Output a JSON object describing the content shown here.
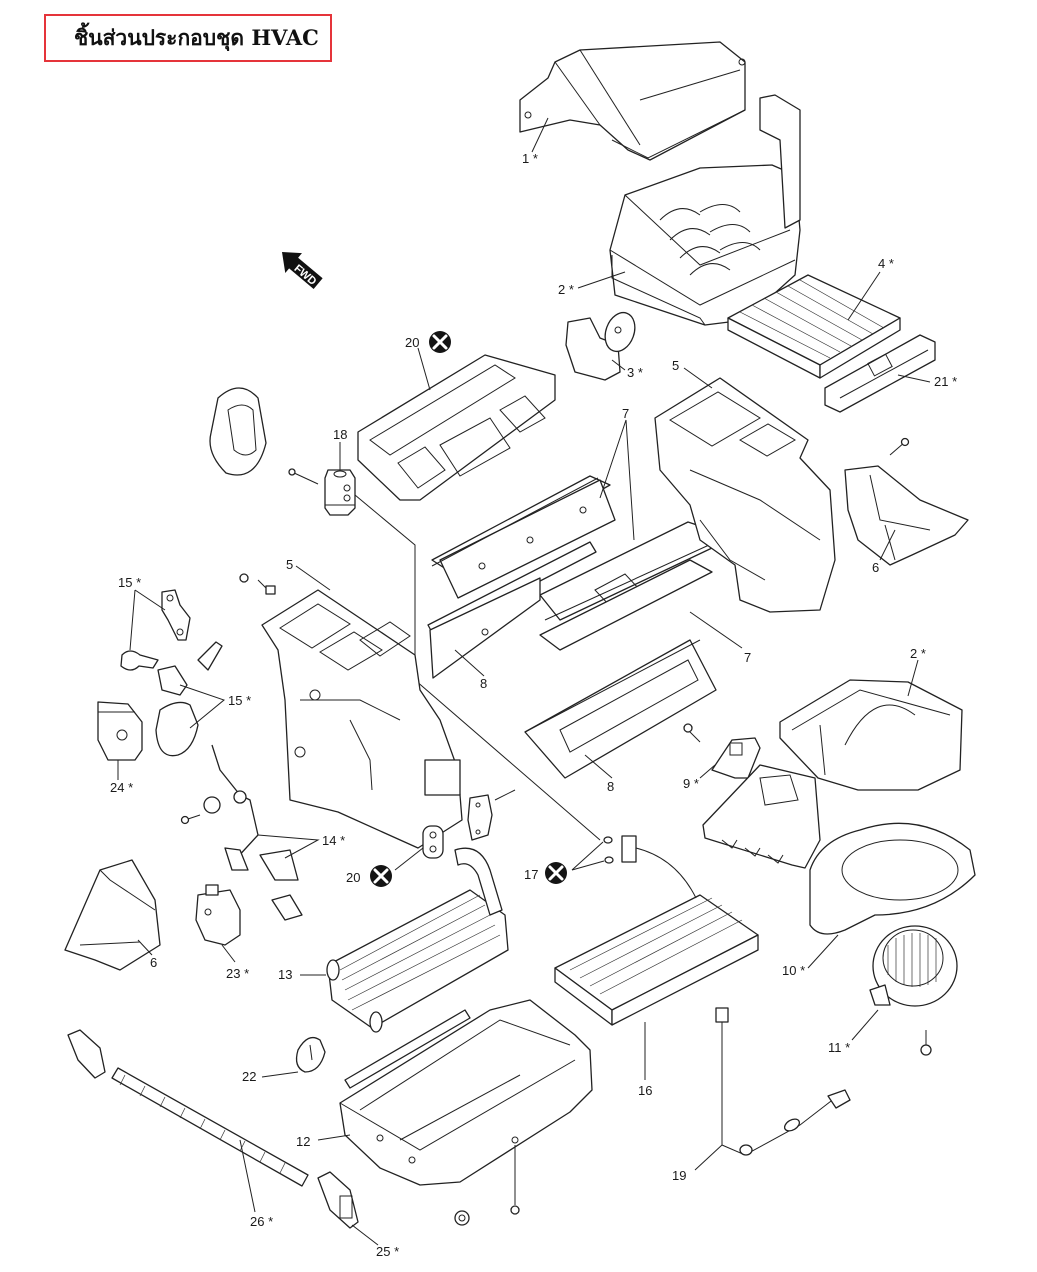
{
  "title": "ชิ้นส่วนประกอบชุด HVAC",
  "colors": {
    "title_border": "#e5343a",
    "line": "#222222",
    "nonreuse_mark": "#141414"
  },
  "direction_indicator": {
    "label": "FWD",
    "icon": "forward-arrow-icon"
  },
  "callouts": {
    "c1": "1 *",
    "c2a": "2 *",
    "c2b": "2 *",
    "c3": "3 *",
    "c4": "4 *",
    "c5a": "5",
    "c5b": "5",
    "c6a": "6",
    "c6b": "6",
    "c7a": "7",
    "c7b": "7",
    "c8a": "8",
    "c8b": "8",
    "c9": "9 *",
    "c10": "10 *",
    "c11": "11 *",
    "c12": "12",
    "c13": "13",
    "c14": "14 *",
    "c15a": "15 *",
    "c15b": "15 *",
    "c16": "16",
    "c17": "17",
    "c18": "18",
    "c19": "19",
    "c20a": "20",
    "c20b": "20",
    "c21": "21 *",
    "c22": "22",
    "c23": "23 *",
    "c24": "24 *",
    "c25": "25 *",
    "c26": "26 *"
  },
  "non_reusable_marks": [
    {
      "part": "20",
      "icon": "non-reusable-part-icon"
    },
    {
      "part": "20",
      "icon": "non-reusable-part-icon"
    },
    {
      "part": "17",
      "icon": "non-reusable-part-icon"
    }
  ]
}
